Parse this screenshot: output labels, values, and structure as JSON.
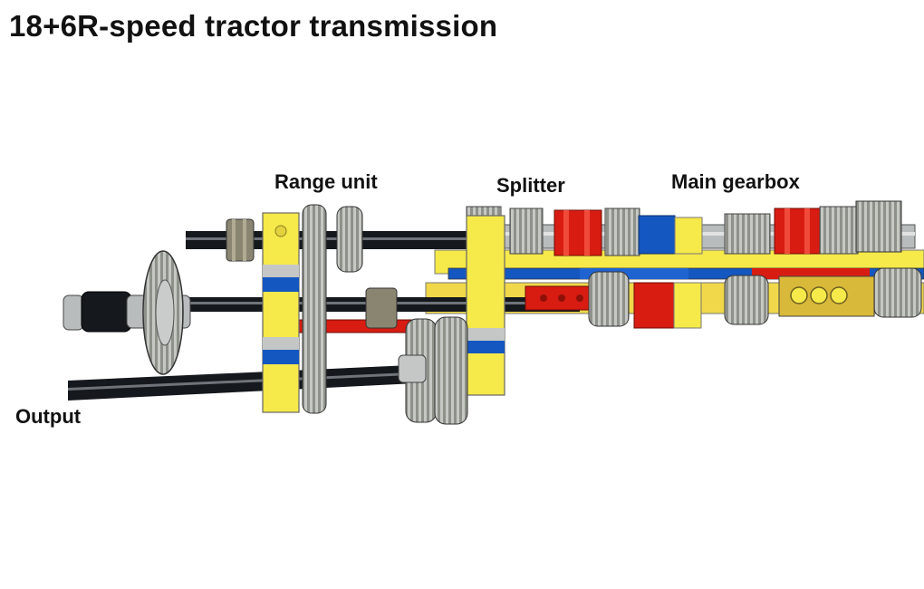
{
  "title": "18+6R-speed tractor transmission",
  "labels": {
    "range_unit": "Range unit",
    "splitter": "Splitter",
    "main_gearbox": "Main gearbox",
    "output": "Output"
  },
  "colors": {
    "yellow": "#f6e94a",
    "red": "#d81c12",
    "blue": "#1557c0",
    "black": "#15181c",
    "light_gray": "#c4c7c6",
    "dark_gray": "#7a7c73",
    "tan": "#d9b93a"
  }
}
